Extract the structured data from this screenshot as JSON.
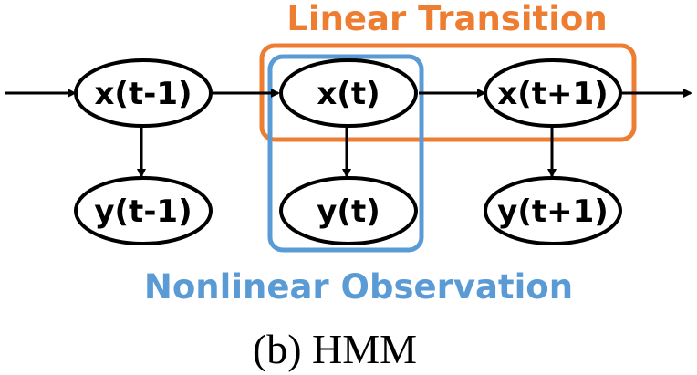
{
  "diagram": {
    "linear_box_label": "Linear Transition",
    "nonlinear_box_label": "Nonlinear Observation",
    "caption": "(b) HMM",
    "colors": {
      "linear": "#ED7D31",
      "nonlinear": "#5B9BD5",
      "node_stroke": "#000000"
    },
    "states": [
      {
        "label": "x(t-1)"
      },
      {
        "label": "x(t)"
      },
      {
        "label": "x(t+1)"
      }
    ],
    "observations": [
      {
        "label": "y(t-1)"
      },
      {
        "label": "y(t)"
      },
      {
        "label": "y(t+1)"
      }
    ]
  }
}
